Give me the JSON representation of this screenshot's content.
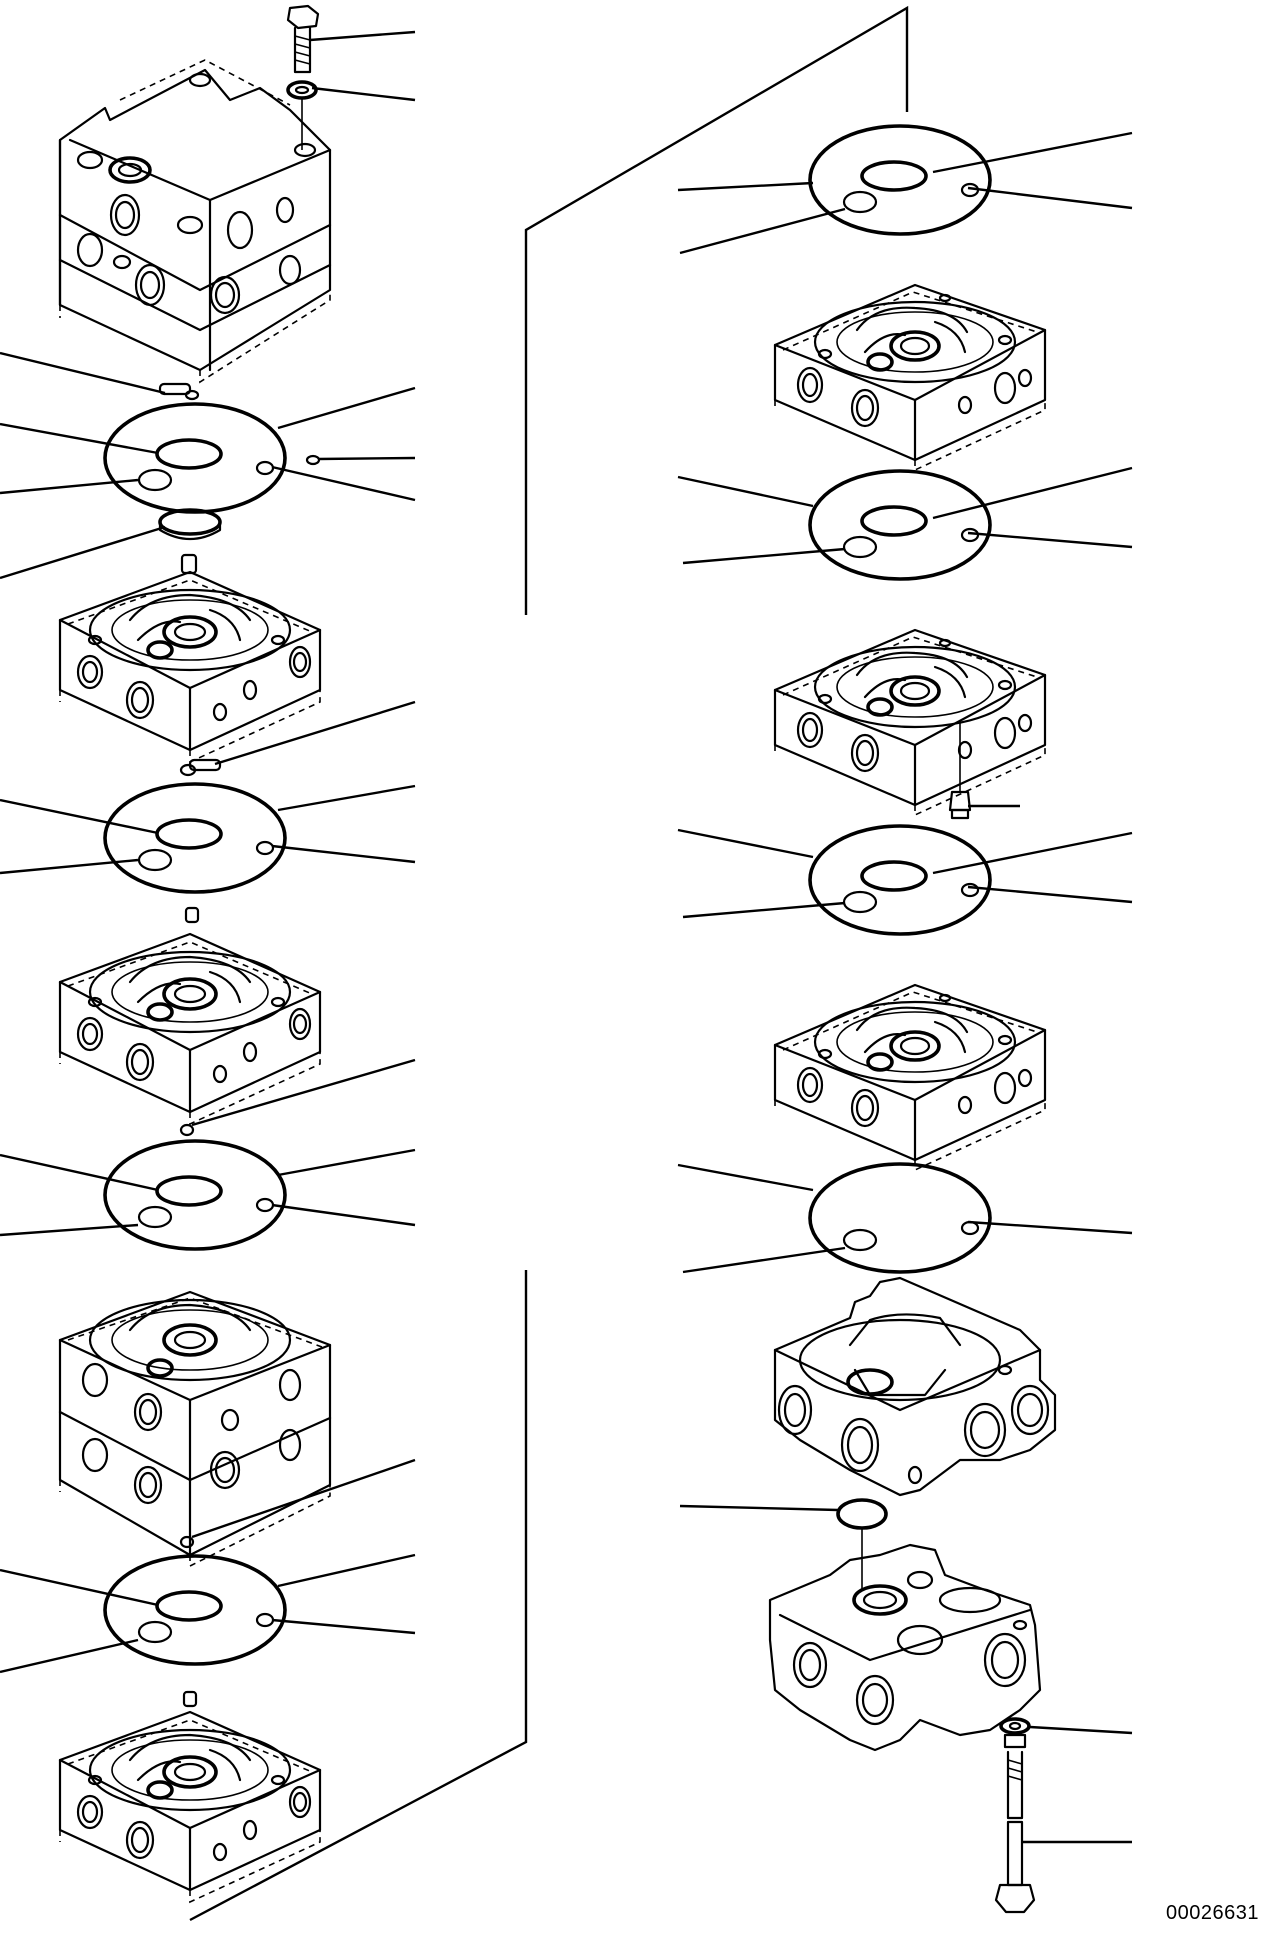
{
  "drawing": {
    "number": "00026631"
  },
  "colors": {
    "ink": "#000000",
    "paper": "#ffffff"
  },
  "parts": {
    "left_column": [
      "bolt",
      "washer",
      "top-valve-block",
      "pin",
      "gasket-plate",
      "valve-section",
      "pin",
      "gasket-plate",
      "valve-section",
      "ball",
      "gasket-plate",
      "double-valve-section",
      "ball",
      "gasket-plate",
      "valve-section"
    ],
    "right_column": [
      "gasket-plate",
      "valve-section",
      "gasket-plate",
      "valve-section",
      "plug",
      "gasket-plate",
      "valve-section",
      "gasket-plate",
      "end-valve-block",
      "o-ring",
      "end-cover",
      "nut",
      "washer",
      "stud"
    ]
  }
}
